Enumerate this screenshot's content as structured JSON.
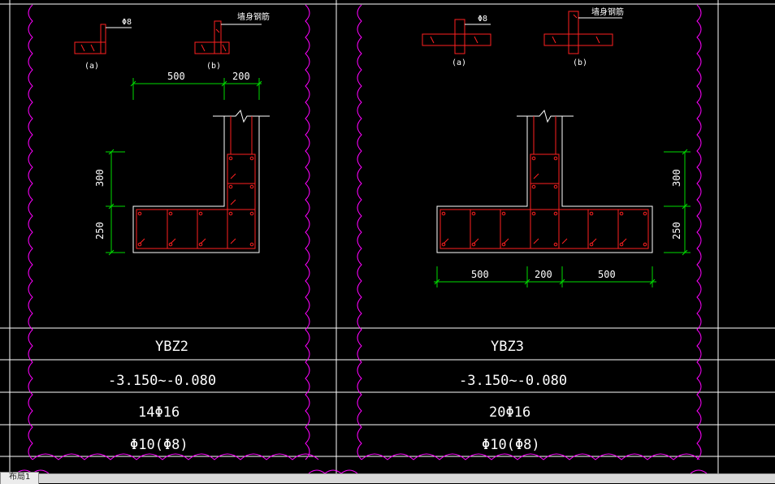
{
  "colors": {
    "background": "#000000",
    "frame": "#ffffff",
    "cloud": "#ff00ff",
    "rebar": "#ff2020",
    "dimension": "#00dd00",
    "table_text": "#ffffff"
  },
  "details": {
    "left": {
      "a_label": "(a)",
      "b_label": "(b)",
      "phi8": "Φ8",
      "wall_bar": "墙身钢筋"
    },
    "right": {
      "a_label": "(a)",
      "b_label": "(b)",
      "phi8": "Φ8",
      "wall_bar": "墙身钢筋"
    }
  },
  "dimensions": {
    "ybz2_top_500": "500",
    "ybz2_top_200": "200",
    "ybz2_side_300": "300",
    "ybz2_side_250": "250",
    "ybz3_side_300": "300",
    "ybz3_side_250": "250",
    "ybz3_bottom_500a": "500",
    "ybz3_bottom_200": "200",
    "ybz3_bottom_500b": "500"
  },
  "table": {
    "ybz2": {
      "name": "YBZ2",
      "elevation": "-3.150~-0.080",
      "longitudinal": "14Φ16",
      "stirrup": "Φ10(Φ8)"
    },
    "ybz3": {
      "name": "YBZ3",
      "elevation": "-3.150~-0.080",
      "longitudinal": "20Φ16",
      "stirrup": "Φ10(Φ8)"
    }
  },
  "tabbar": {
    "tab_label": "布局1"
  }
}
